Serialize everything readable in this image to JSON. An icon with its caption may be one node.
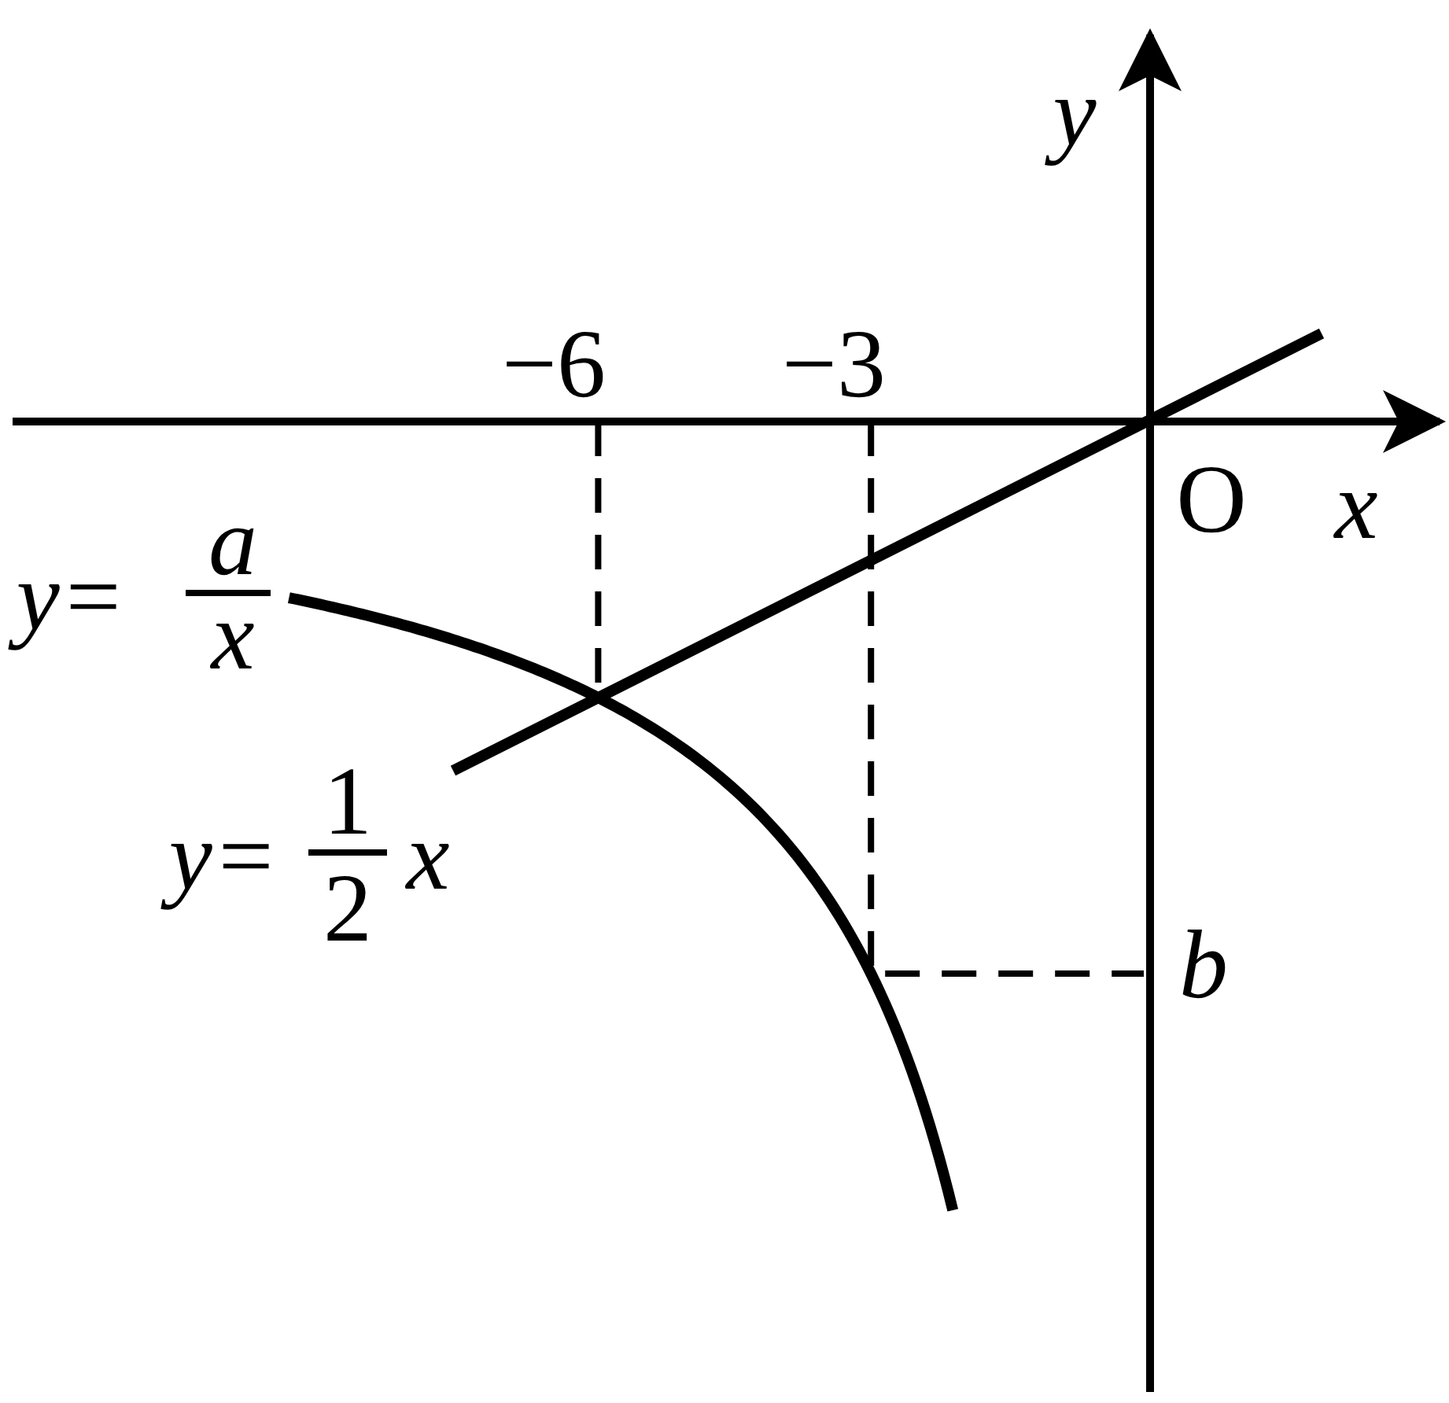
{
  "diagram": {
    "labels": [
      "y",
      "−6",
      "−3",
      "O",
      "x",
      "y=",
      "a",
      "x",
      "y=",
      "1",
      "2",
      "x",
      "b"
    ]
  }
}
